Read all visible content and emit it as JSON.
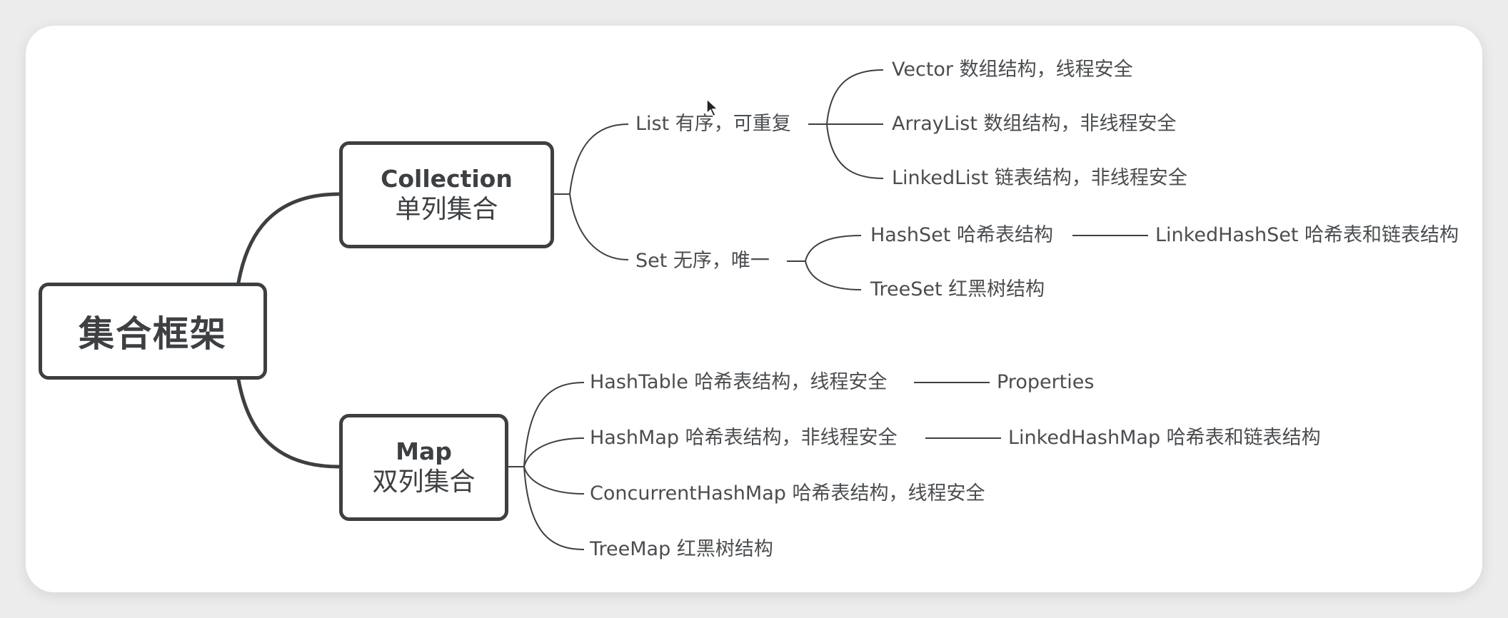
{
  "root": {
    "label": "集合框架"
  },
  "collection": {
    "title": "Collection",
    "subtitle": "单列集合"
  },
  "map": {
    "title": "Map",
    "subtitle": "双列集合"
  },
  "list": {
    "label": "List 有序，可重复",
    "children": [
      "Vector 数组结构，线程安全",
      "ArrayList 数组结构，非线程安全",
      "LinkedList 链表结构，非线程安全"
    ]
  },
  "set": {
    "label": "Set 无序，唯一",
    "hashset": "HashSet 哈希表结构",
    "linkedhashset": "LinkedHashSet 哈希表和链表结构",
    "treeset": "TreeSet 红黑树结构"
  },
  "maps": {
    "hashtable": "HashTable 哈希表结构，线程安全",
    "properties": "Properties",
    "hashmap": "HashMap 哈希表结构，非线程安全",
    "linkedhashmap": "LinkedHashMap 哈希表和链表结构",
    "concurrenthashmap": "ConcurrentHashMap 哈希表结构，线程安全",
    "treemap": "TreeMap 红黑树结构"
  }
}
